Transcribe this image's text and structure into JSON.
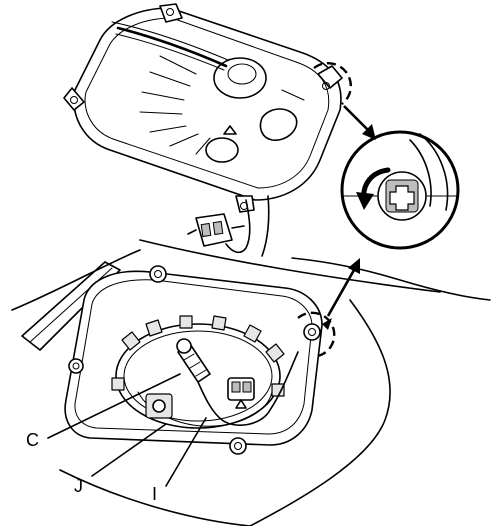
{
  "callouts": {
    "c": "C",
    "j": "J",
    "i": "I"
  }
}
